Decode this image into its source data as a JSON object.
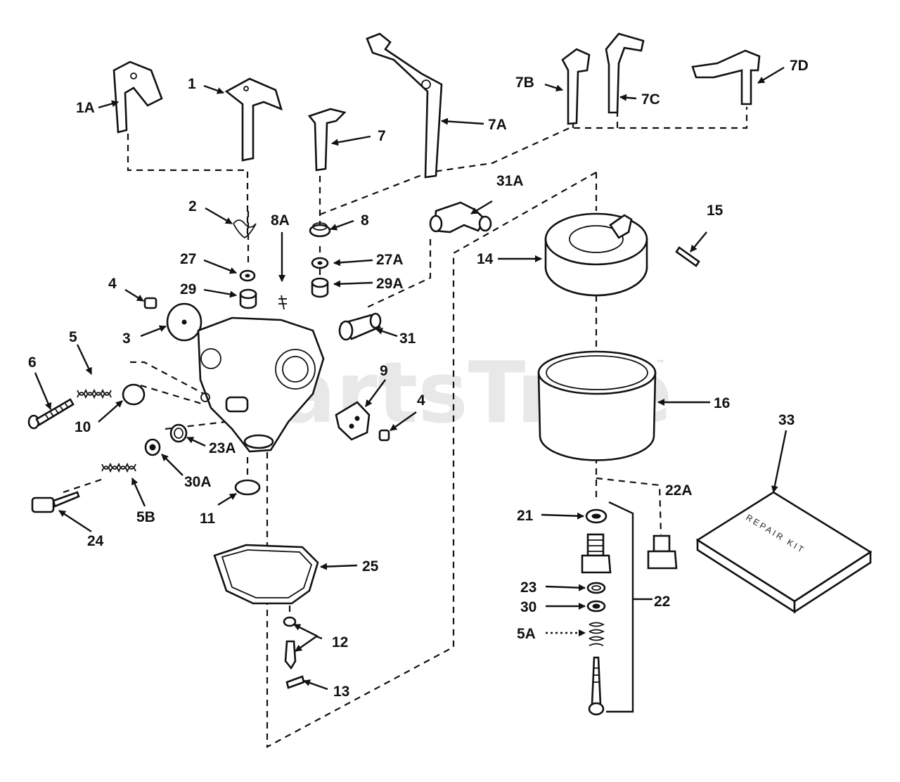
{
  "diagram": {
    "watermark": "PartsTree",
    "watermark_mark": "™",
    "kit_label": "REPAIR KIT",
    "callouts": {
      "c1A": "1A",
      "c1": "1",
      "c7": "7",
      "c7A": "7A",
      "c7B": "7B",
      "c7C": "7C",
      "c7D": "7D",
      "c2": "2",
      "c8A": "8A",
      "c8": "8",
      "c31A": "31A",
      "c15": "15",
      "c14": "14",
      "c27": "27",
      "c27A": "27A",
      "c4a": "4",
      "c29": "29",
      "c29A": "29A",
      "c3": "3",
      "c31": "31",
      "c5": "5",
      "c6": "6",
      "c9": "9",
      "c4b": "4",
      "c16": "16",
      "c33": "33",
      "c10": "10",
      "c23A": "23A",
      "c30A": "30A",
      "c5B": "5B",
      "c11": "11",
      "c24": "24",
      "c22A": "22A",
      "c21": "21",
      "c25": "25",
      "c23": "23",
      "c30": "30",
      "c22": "22",
      "c5A": "5A",
      "c12": "12",
      "c13": "13"
    }
  }
}
